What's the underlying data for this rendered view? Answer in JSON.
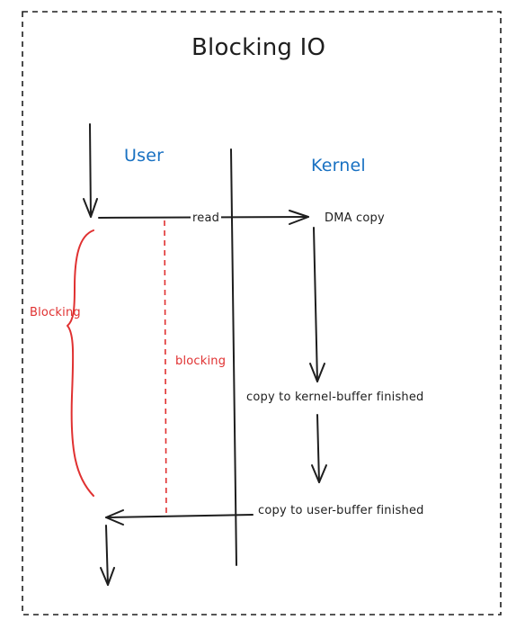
{
  "diagram": {
    "title": "Blocking IO",
    "lanes": {
      "user": "User",
      "kernel": "Kernel"
    },
    "steps": {
      "read": "read",
      "dma_copy": "DMA copy",
      "kernel_buffer_done": "copy to kernel-buffer finished",
      "user_buffer_done": "copy to user-buffer finished"
    },
    "blocking": {
      "brace_label": "Blocking",
      "dashed_label": "blocking"
    }
  },
  "colors": {
    "stroke": "#1e1e1e",
    "lane_label": "#1971c2",
    "blocking": "#e03131"
  }
}
